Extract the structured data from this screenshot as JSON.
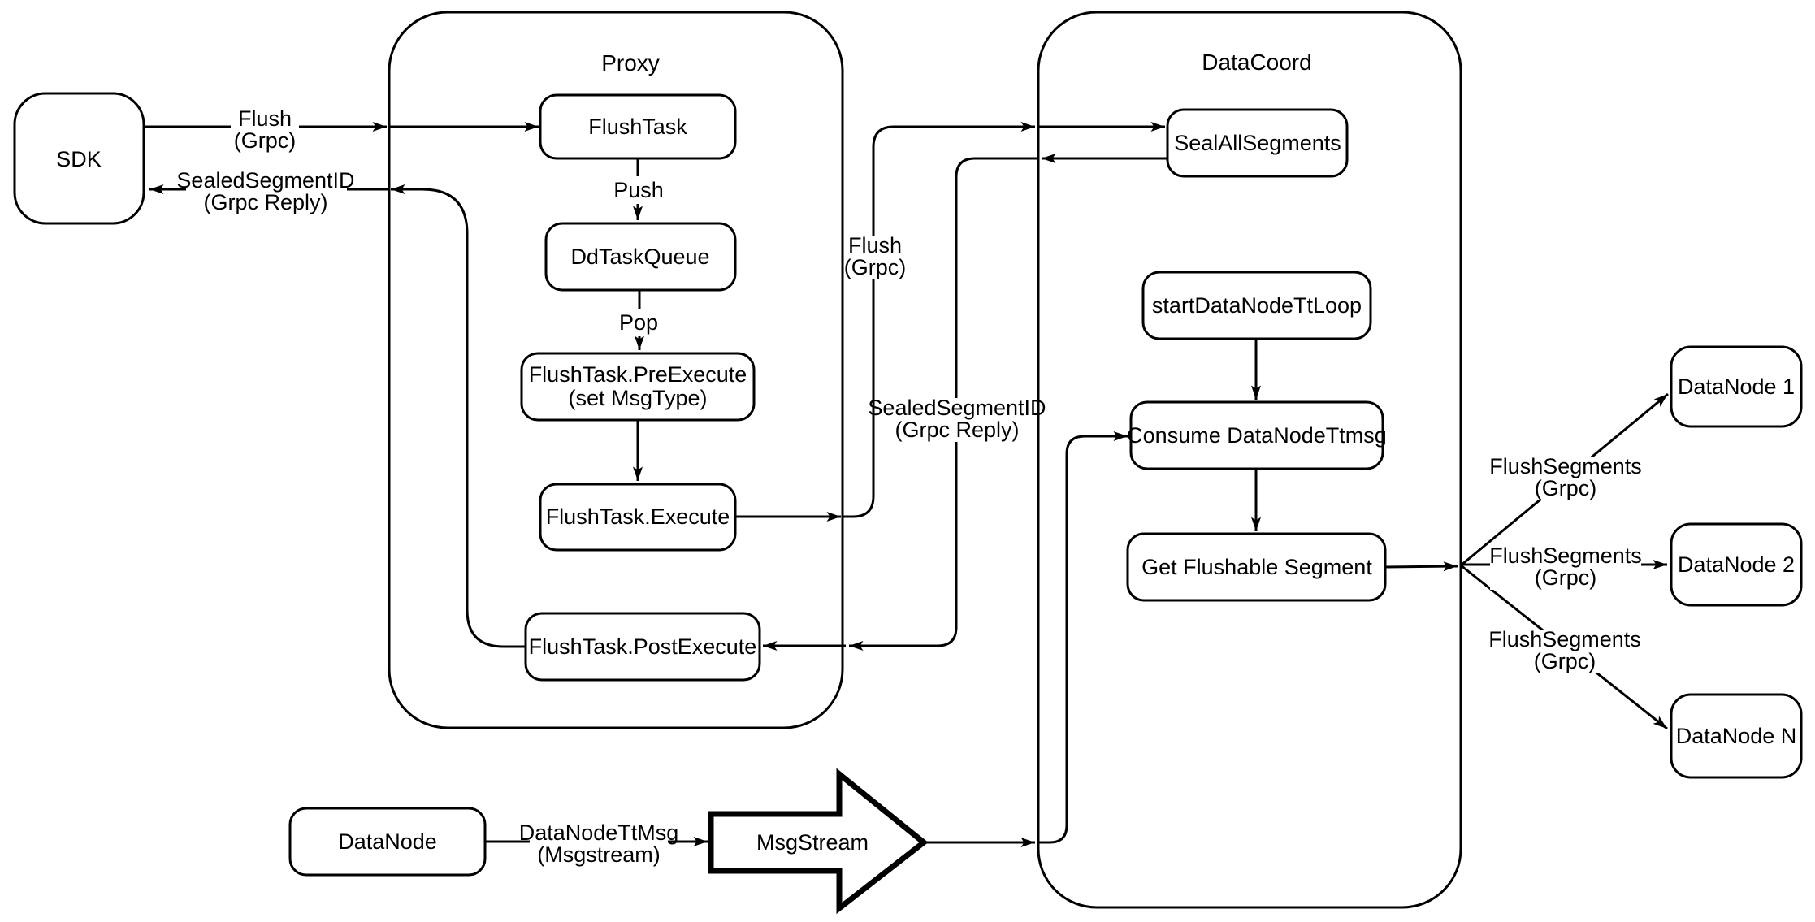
{
  "titles": {
    "proxy": "Proxy",
    "datacoord": "DataCoord"
  },
  "nodes": {
    "sdk": "SDK",
    "flushtask": "FlushTask",
    "ddtaskqueue": "DdTaskQueue",
    "preexecute_line1": "FlushTask.PreExecute",
    "preexecute_line2": "(set MsgType)",
    "execute": "FlushTask.Execute",
    "postexecute": "FlushTask.PostExecute",
    "sealallsegments": "SealAllSegments",
    "startdatanodettloop": "startDataNodeTtLoop",
    "consume": "Consume DataNodeTtmsg",
    "getflushable": "Get Flushable Segment",
    "datanode1": "DataNode 1",
    "datanode2": "DataNode 2",
    "datanoden": "DataNode N",
    "datanodesrc": "DataNode",
    "msgstream": "MsgStream"
  },
  "labels": {
    "flush_sdk_1": "Flush",
    "flush_sdk_2": "(Grpc)",
    "sealed_sdk_1": "SealedSegmentID",
    "sealed_sdk_2": "(Grpc Reply)",
    "push": "Push",
    "pop": "Pop",
    "flush_mid_1": "Flush",
    "flush_mid_2": "(Grpc)",
    "sealed_mid_1": "SealedSegmentID",
    "sealed_mid_2": "(Grpc Reply)",
    "flushseg1_1": "FlushSegments",
    "flushseg1_2": "(Grpc)",
    "flushseg2_1": "FlushSegments",
    "flushseg2_2": "(Grpc)",
    "flushseg3_1": "FlushSegments",
    "flushseg3_2": "(Grpc)",
    "dntt_1": "DataNodeTtMsg",
    "dntt_2": "(Msgstream)"
  },
  "colors": {
    "stroke": "#000000",
    "node_fill": "#ffffff",
    "background": "#ffffff"
  }
}
